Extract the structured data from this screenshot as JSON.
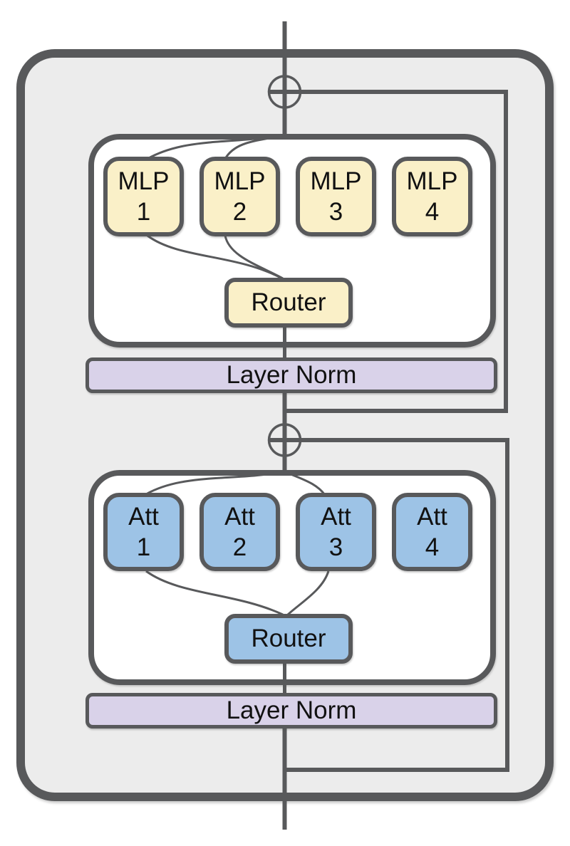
{
  "diagram": {
    "mlp_section": {
      "experts": [
        {
          "line1": "MLP",
          "line2": "1"
        },
        {
          "line1": "MLP",
          "line2": "2"
        },
        {
          "line1": "MLP",
          "line2": "3"
        },
        {
          "line1": "MLP",
          "line2": "4"
        }
      ],
      "router_label": "Router",
      "layer_norm_label": "Layer Norm"
    },
    "att_section": {
      "experts": [
        {
          "line1": "Att",
          "line2": "1"
        },
        {
          "line1": "Att",
          "line2": "2"
        },
        {
          "line1": "Att",
          "line2": "3"
        },
        {
          "line1": "Att",
          "line2": "4"
        }
      ],
      "router_label": "Router",
      "layer_norm_label": "Layer Norm"
    },
    "icons": {
      "residual_add_top": "circled-plus",
      "residual_add_middle": "circled-plus"
    },
    "colors": {
      "outline": "#58595b",
      "block_bg": "#ececec",
      "container_bg": "#ffffff",
      "mlp_fill": "#faf0c8",
      "att_fill": "#9dc3e6",
      "layer_norm_fill": "#d9d2e9",
      "text": "#111111",
      "page_bg": "#ffffff"
    }
  }
}
